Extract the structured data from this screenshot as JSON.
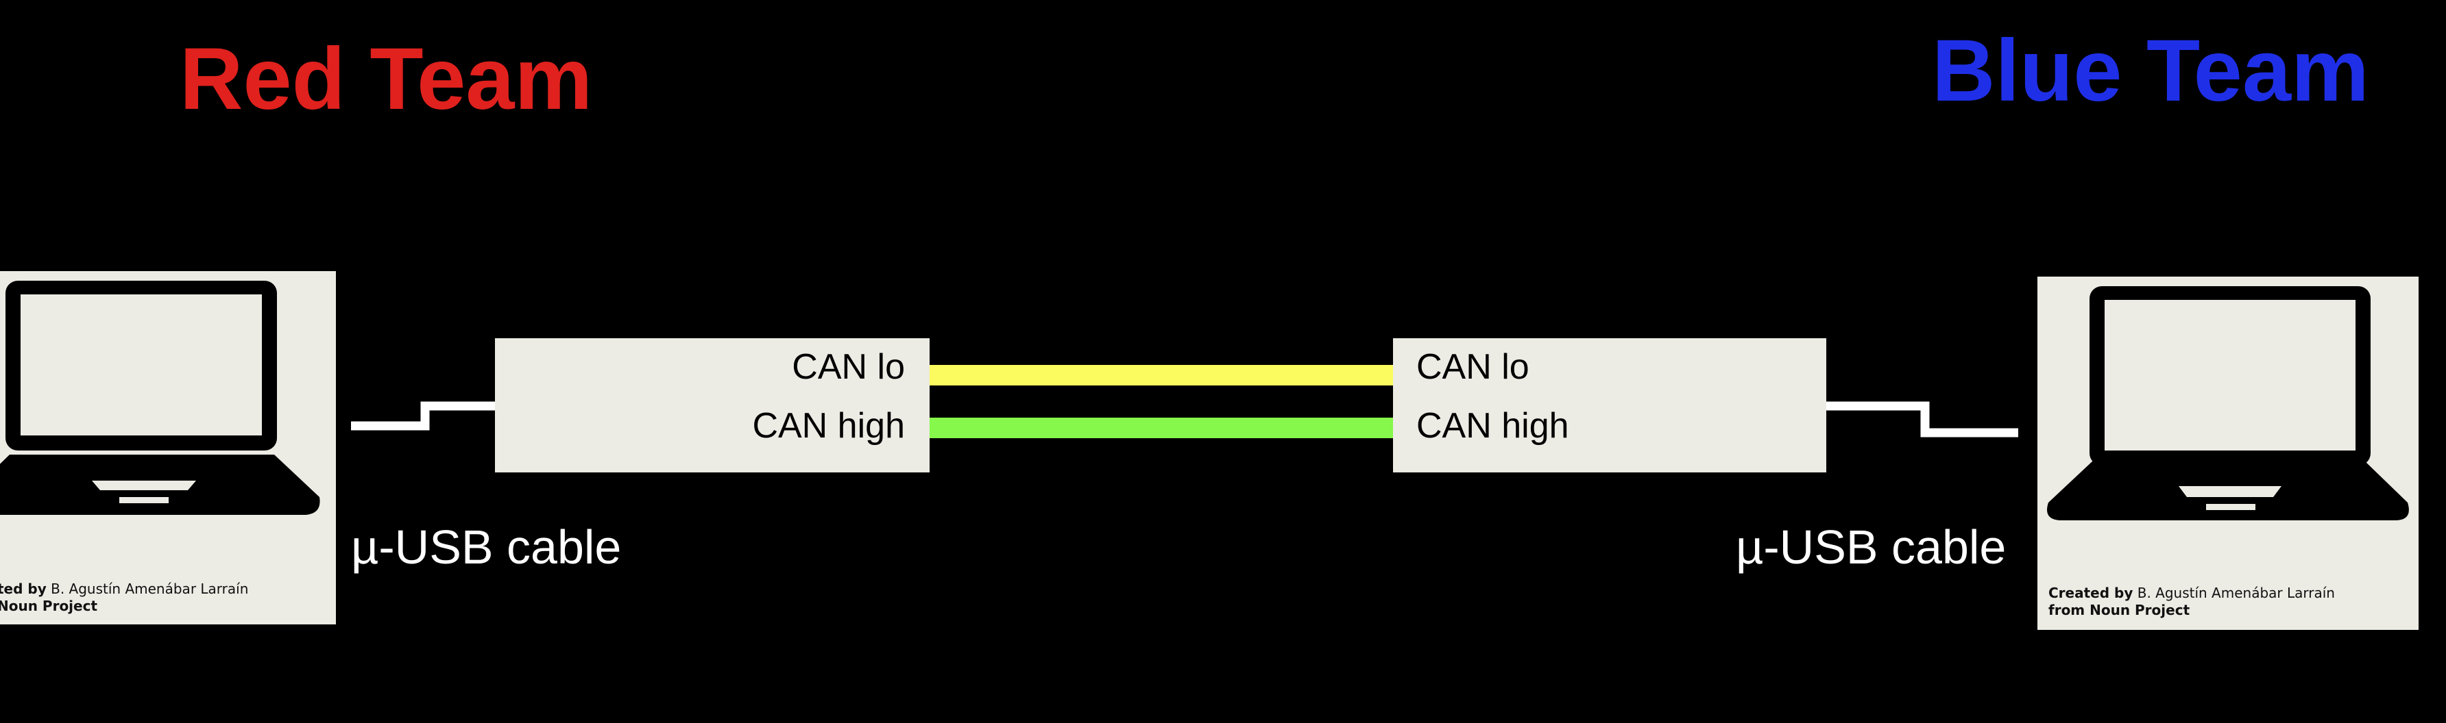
{
  "teams": {
    "red": {
      "label": "Red Team",
      "color": "#e0211d"
    },
    "blue": {
      "label": "Blue Team",
      "color": "#1f2fe8"
    }
  },
  "left_laptop": {
    "icon": "laptop-icon",
    "credit_line1_bold": "ted by",
    "credit_line1_rest": " B. Agustín Amenábar Larraín",
    "credit_line2": "Noun Project"
  },
  "right_laptop": {
    "icon": "laptop-icon",
    "credit_line1_bold": "Created by",
    "credit_line1_rest": " B. Agustín Amenábar Larraín",
    "credit_line2": "from Noun Project"
  },
  "left_module": {
    "can_lo": "CAN lo",
    "can_high": "CAN high"
  },
  "right_module": {
    "can_lo": "CAN lo",
    "can_high": "CAN high"
  },
  "bus_wires": {
    "can_lo_color": "#fbfb5f",
    "can_high_color": "#86f74b"
  },
  "usb": {
    "left_label": "µ-USB cable",
    "right_label": "µ-USB cable",
    "cable_color": "#ffffff"
  }
}
